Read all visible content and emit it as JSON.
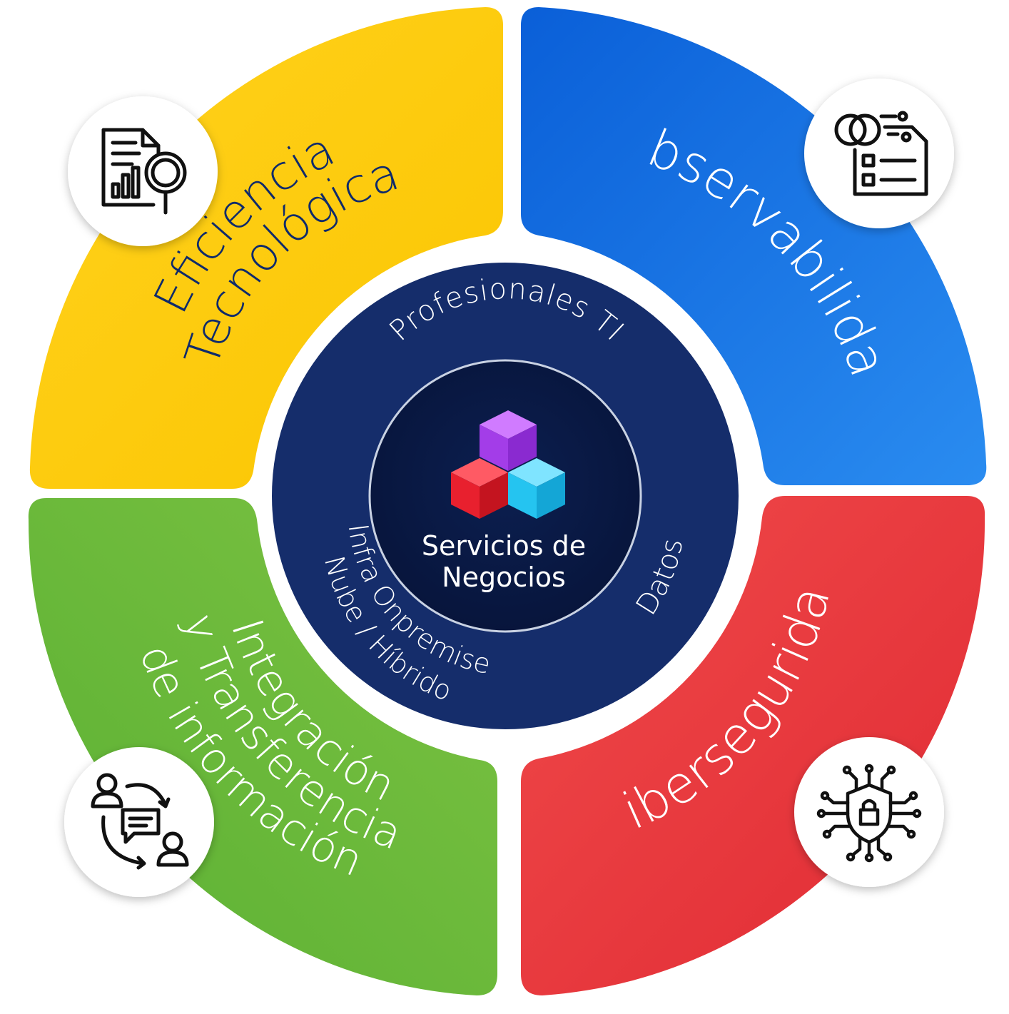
{
  "center": {
    "title_line1": "Servicios de",
    "title_line2": "Negocios"
  },
  "inner_ring": {
    "top_label": "Profesionales TI",
    "left_label_line1": "Infra Onpremise",
    "left_label_line2": "Nube / Híbrido",
    "right_label": "Datos"
  },
  "quadrants": {
    "top_left": {
      "line1": "Eficiencia",
      "line2": "Tecnológica",
      "icon": "report-analysis-icon",
      "color_a": "#FFD21E",
      "color_b": "#FBC500"
    },
    "top_right": {
      "line1": "Observabilidad",
      "icon": "monitoring-checklist-icon",
      "color_a": "#2A8CF0",
      "color_b": "#0A5FD8"
    },
    "bottom_right": {
      "line1": "Ciberseguridad",
      "icon": "cyber-security-shield-icon",
      "color_a": "#F04A4A",
      "color_b": "#E02A33"
    },
    "bottom_left": {
      "line1": "Integración",
      "line2": "y Transferencia",
      "line3": "de información",
      "icon": "communication-exchange-icon",
      "color_a": "#7CC242",
      "color_b": "#5AB033"
    }
  },
  "colors": {
    "ring_navy": "#152D6B",
    "core_navy": "#0A1A45",
    "cube_purple": "#B04BF5",
    "cube_red": "#E8202E",
    "cube_cyan": "#25C4F0",
    "dark_text": "#0F2A6B",
    "white_text": "#FFFFFF"
  }
}
